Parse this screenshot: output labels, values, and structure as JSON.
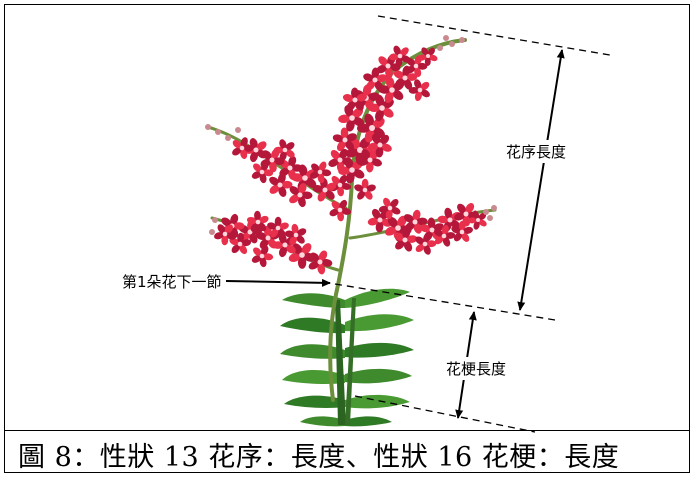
{
  "labels": {
    "inflorescence_length": "花序長度",
    "node_below_first_flower": "第1朵花下一節",
    "peduncle_length": "花梗長度"
  },
  "caption": "圖 8：性狀 13 花序：長度、性狀 16 花梗：長度",
  "colors": {
    "flower": "#e8304c",
    "flower_dark": "#b5173a",
    "stem": "#6b8f3a",
    "leaf": "#3f8a2c",
    "leaf_dark": "#2a6420"
  }
}
